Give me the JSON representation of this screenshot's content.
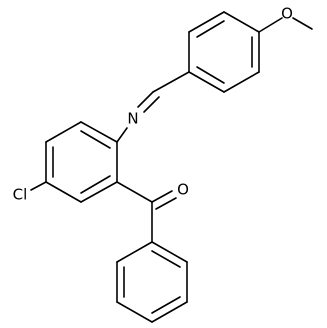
{
  "structure": {
    "atoms": {
      "methoxy_o": "O",
      "ketone_o": "O",
      "imine_n": "N",
      "chlorine": "Cl"
    }
  }
}
